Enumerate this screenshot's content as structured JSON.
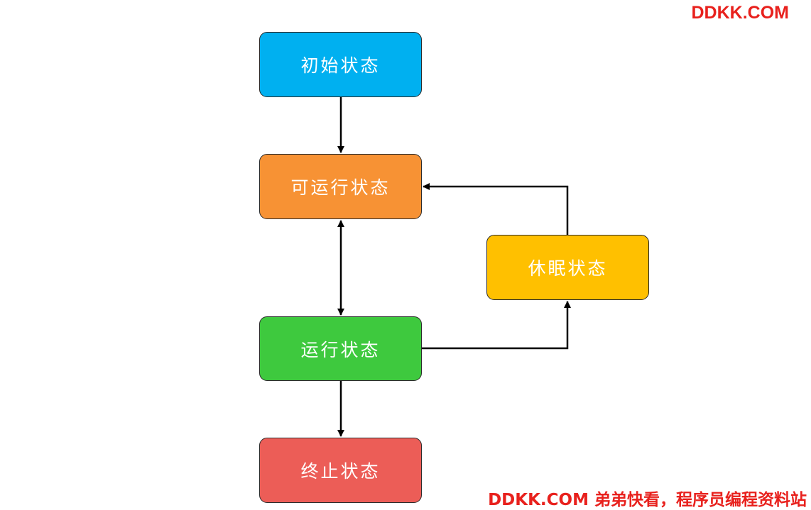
{
  "watermark": {
    "top": "DDKK.COM",
    "bottom": "DDKK.COM 弟弟快看，程序员编程资料站",
    "color": "#e8211d"
  },
  "nodes": {
    "initial": {
      "label": "初始状态",
      "color": "#00b0f0"
    },
    "runnable": {
      "label": "可运行状态",
      "color": "#f79234"
    },
    "running": {
      "label": "运行状态",
      "color": "#3ec93e"
    },
    "terminated": {
      "label": "终止状态",
      "color": "#ec5d57"
    },
    "sleep": {
      "label": "休眠状态",
      "color": "#ffc000"
    }
  },
  "edges": [
    {
      "from": "initial",
      "to": "runnable",
      "direction": "one-way"
    },
    {
      "from": "runnable",
      "to": "running",
      "direction": "two-way"
    },
    {
      "from": "running",
      "to": "terminated",
      "direction": "one-way"
    },
    {
      "from": "running",
      "to": "sleep",
      "direction": "one-way"
    },
    {
      "from": "sleep",
      "to": "runnable",
      "direction": "one-way"
    }
  ],
  "colors": {
    "stroke": "#000000"
  }
}
